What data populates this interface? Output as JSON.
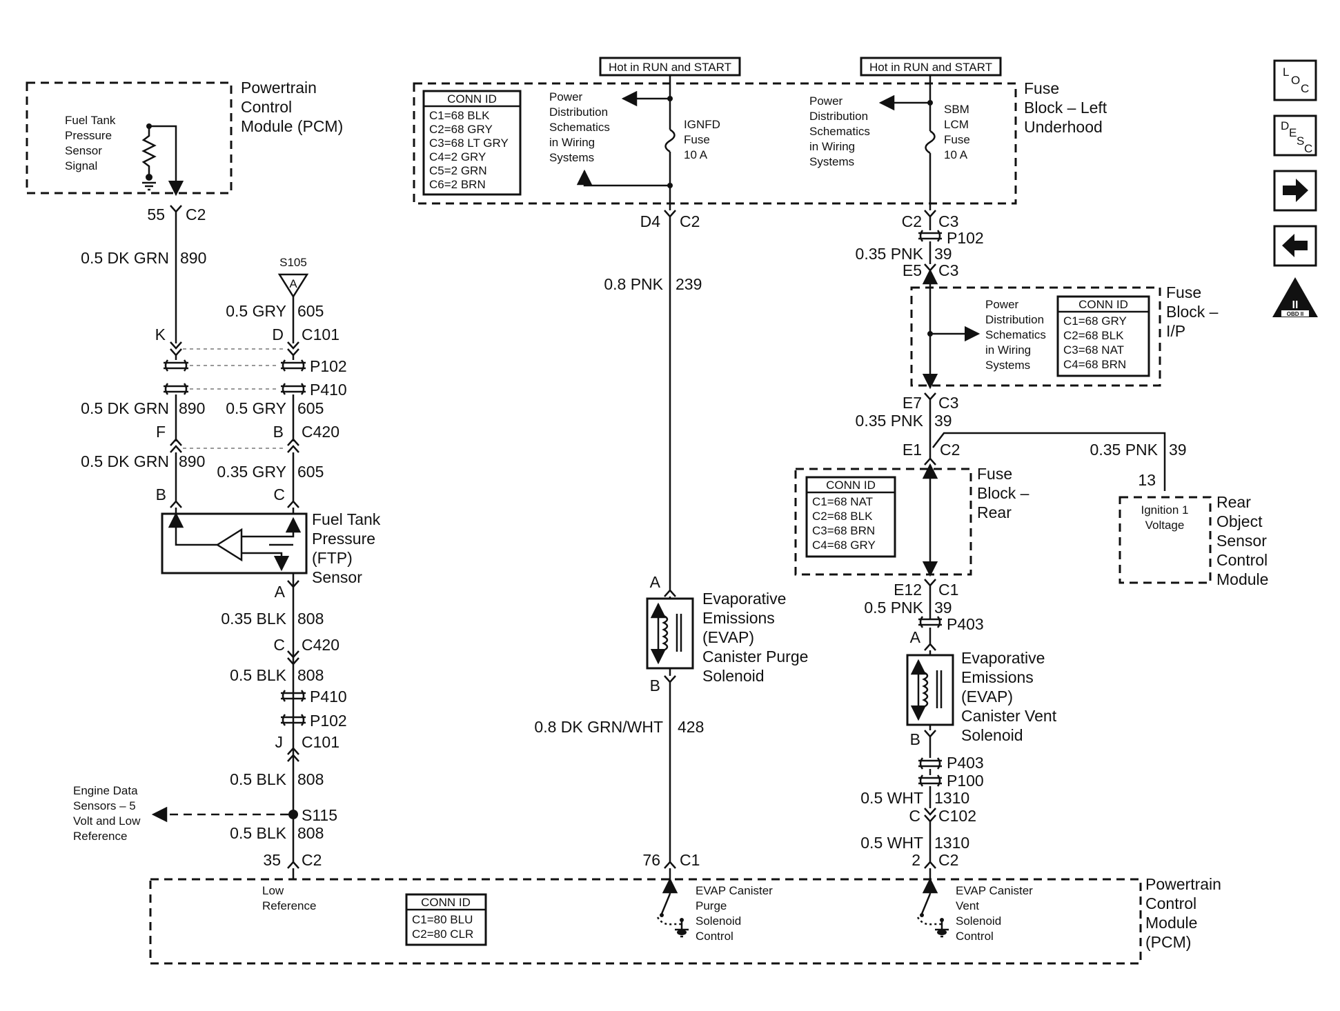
{
  "pcm_top": {
    "title": [
      "Powertrain",
      "Control",
      "Module (PCM)"
    ],
    "signal": [
      "Fuel Tank",
      "Pressure",
      "Sensor",
      "Signal"
    ]
  },
  "fuse_uh": {
    "title": [
      "Fuse",
      "Block – Left",
      "Underhood"
    ]
  },
  "hot1": "Hot in RUN and START",
  "hot2": "Hot in RUN and START",
  "conn_uh": {
    "title": "CONN ID",
    "rows": [
      "C1=68 BLK",
      "C2=68 GRY",
      "C3=68 LT GRY",
      "C4=2 GRY",
      "C5=2 GRN",
      "C6=2 BRN"
    ]
  },
  "pds1": [
    "Power",
    "Distribution",
    "Schematics",
    "in Wiring",
    "Systems"
  ],
  "pds2": [
    "Power",
    "Distribution",
    "Schematics",
    "in Wiring",
    "Systems"
  ],
  "pds3": [
    "Power",
    "Distribution",
    "Schematics",
    "in Wiring",
    "Systems"
  ],
  "fuse1": [
    "IGNFD",
    "Fuse",
    "10 A"
  ],
  "fuse2": [
    "SBM",
    "LCM",
    "Fuse",
    "10 A"
  ],
  "left": {
    "pin55": "55",
    "c2a": "C2",
    "w1": "0.5 DK GRN",
    "c1": "890",
    "s105": "S105",
    "sa": "A",
    "w2": "0.5 GRY",
    "c2": "605",
    "k": "K",
    "d": "D",
    "c101a": "C101",
    "p102a": "P102",
    "p410a": "P410",
    "w3": "0.5 DK GRN",
    "c3": "890",
    "w4": "0.5 GRY",
    "c4": "605",
    "f": "F",
    "b1": "B",
    "c420a": "C420",
    "w5": "0.5 DK GRN",
    "c5": "890",
    "w6": "0.35 GRY",
    "c6": "605",
    "b2": "B",
    "c": "C",
    "ftp": [
      "Fuel Tank",
      "Pressure",
      "(FTP)",
      "Sensor"
    ],
    "a": "A",
    "w7": "0.35 BLK",
    "c7": "808",
    "cc": "C",
    "c420b": "C420",
    "w8": "0.5 BLK",
    "c8": "808",
    "p410b": "P410",
    "p102b": "P102",
    "j": "J",
    "c101b": "C101",
    "w9": "0.5 BLK",
    "c9": "808",
    "eds": [
      "Engine Data",
      "Sensors – 5",
      "Volt and Low",
      "Reference"
    ],
    "s115": "S115",
    "w10": "0.5 BLK",
    "c10": "808",
    "pin35": "35",
    "c2b": "C2"
  },
  "mid": {
    "d4": "D4",
    "c2": "C2",
    "w1": "0.8 PNK",
    "c1": "239",
    "a": "A",
    "evap": [
      "Evaporative",
      "Emissions",
      "(EVAP)",
      "Canister Purge",
      "Solenoid"
    ],
    "b": "B",
    "w2": "0.8 DK GRN/WHT",
    "c3": "428",
    "pin76": "76",
    "c1b": "C1"
  },
  "right": {
    "c2": "C2",
    "c3": "C3",
    "p102": "P102",
    "w1": "0.35 PNK",
    "c39a": "39",
    "e5": "E5",
    "c3b": "C3",
    "fbip": [
      "Fuse",
      "Block –",
      "I/P"
    ],
    "conn_ip": {
      "title": "CONN ID",
      "rows": [
        "C1=68 GRY",
        "C2=68 BLK",
        "C3=68 NAT",
        "C4=68 BRN"
      ]
    },
    "e7": "E7",
    "c3c": "C3",
    "w2": "0.35 PNK",
    "c39b": "39",
    "e1": "E1",
    "c2b": "C2",
    "w3": "0.35 PNK",
    "c39c": "39",
    "pin13": "13",
    "fbr": [
      "Fuse",
      "Block –",
      "Rear"
    ],
    "conn_r": {
      "title": "CONN ID",
      "rows": [
        "C1=68 NAT",
        "C2=68 BLK",
        "C3=68 BRN",
        "C4=68 GRY"
      ]
    },
    "ign": [
      "Ignition 1",
      "Voltage"
    ],
    "ros": [
      "Rear",
      "Object",
      "Sensor",
      "Control",
      "Module"
    ],
    "e12": "E12",
    "c1": "C1",
    "w4": "0.5 PNK",
    "c39d": "39",
    "p403a": "P403",
    "a": "A",
    "evap": [
      "Evaporative",
      "Emissions",
      "(EVAP)",
      "Canister Vent",
      "Solenoid"
    ],
    "b": "B",
    "p403b": "P403",
    "p100": "P100",
    "w5": "0.5 WHT",
    "c5": "1310",
    "cc": "C",
    "c102": "C102",
    "w6": "0.5 WHT",
    "c6": "1310",
    "pin2": "2",
    "c2c": "C2"
  },
  "pcm_bot": {
    "title": [
      "Powertrain",
      "Control",
      "Module",
      "(PCM)"
    ],
    "lowref": [
      "Low",
      "Reference"
    ],
    "conn": {
      "title": "CONN ID",
      "rows": [
        "C1=80 BLU",
        "C2=80 CLR"
      ]
    },
    "purge": [
      "EVAP Canister",
      "Purge",
      "Solenoid",
      "Control"
    ],
    "vent": [
      "EVAP Canister",
      "Vent",
      "Solenoid",
      "Control"
    ]
  },
  "nav": {
    "loc": [
      "L",
      "O",
      "C"
    ],
    "desc": [
      "D",
      "E",
      "S",
      "C"
    ],
    "obd": [
      "II",
      "OBD II"
    ]
  }
}
